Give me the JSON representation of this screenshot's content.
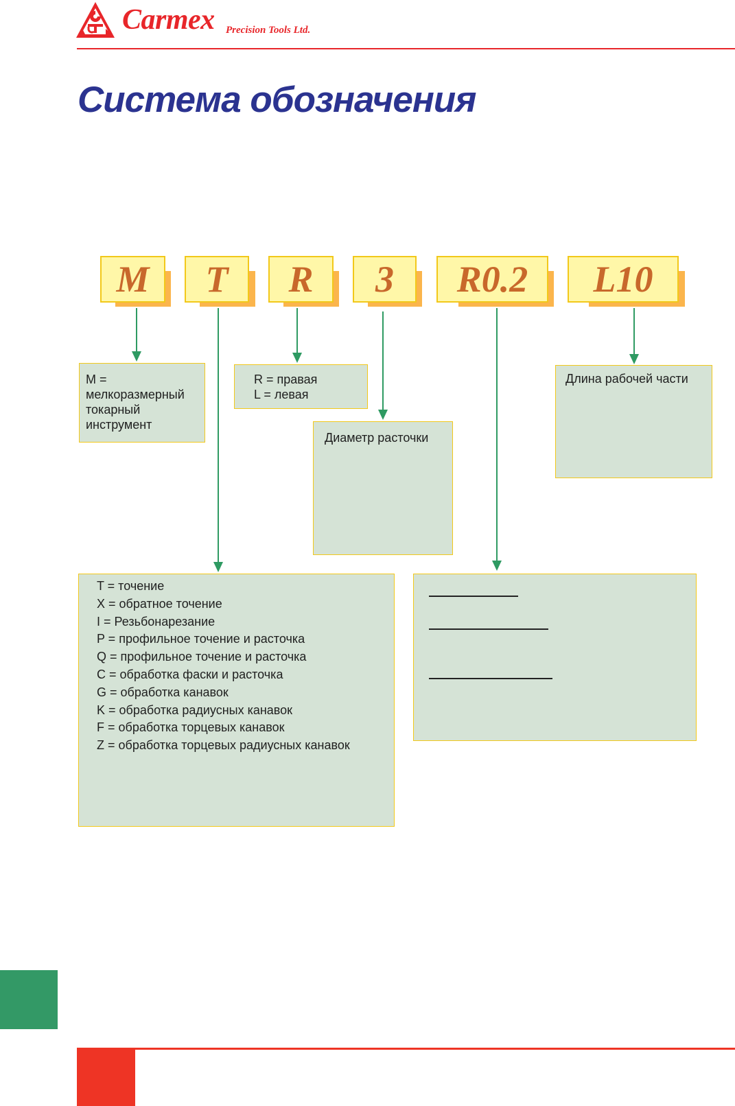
{
  "header": {
    "logo_icon": "carmex-triangle-logo",
    "brand": "Carmex",
    "brand_sub": "Precision Tools Ltd.",
    "colors": {
      "brand_red": "#e8262a",
      "title_blue": "#2b3390",
      "arrow_green": "#2e9a62"
    }
  },
  "title": "Система обозначения",
  "code": {
    "segments": [
      {
        "id": "m",
        "text": "M"
      },
      {
        "id": "t",
        "text": "T"
      },
      {
        "id": "r",
        "text": "R"
      },
      {
        "id": "3",
        "text": "3"
      },
      {
        "id": "r02",
        "text": "R0.2"
      },
      {
        "id": "l10",
        "text": "L10"
      }
    ]
  },
  "descriptions": {
    "m": {
      "lines": [
        "M =",
        "мелкоразмерный",
        "токарный",
        "инструмент"
      ]
    },
    "r": {
      "lines": [
        "R = правая",
        "L = левая"
      ]
    },
    "dia": {
      "lines": [
        "Диаметр расточки"
      ]
    },
    "len": {
      "lines": [
        "Длина рабочей части"
      ]
    },
    "t": {
      "lines": [
        "T = точение",
        "X = обратное точение",
        "I  = Резьбонарезание",
        "P = профильное точение и расточка",
        "Q = профильное точение и расточка",
        "C = обработка фаски и расточка",
        "G = обработка канавок",
        "K = обработка радиусных канавок",
        "F = обработка торцевых канавок",
        "Z = обработка торцевых радиусных канавок"
      ]
    },
    "radius": {
      "lines": []
    }
  },
  "footer": {
    "colors": {
      "green_tab": "#339966",
      "red_block": "#ee3425"
    }
  }
}
